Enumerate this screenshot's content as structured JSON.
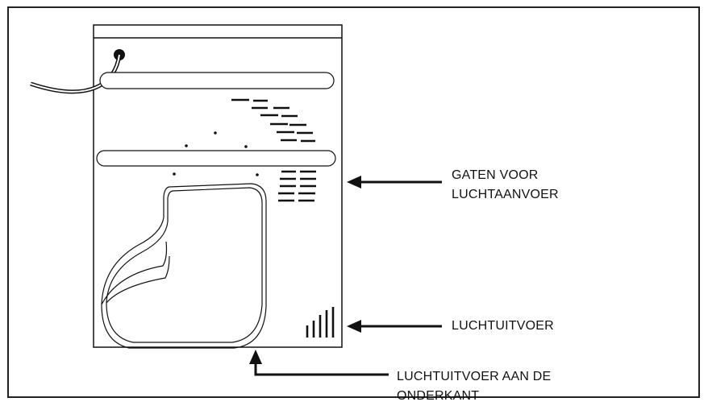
{
  "labels": {
    "air_inlet_line1": "GATEN VOOR",
    "air_inlet_line2": "LUCHTAANVOER",
    "air_outlet": "LUCHTUITVOER",
    "bottom_outlet_line1": "LUCHTUITVOER AAN DE",
    "bottom_outlet_line2": "ONDERKANT"
  },
  "colors": {
    "line": "#111111",
    "panel_fill": "#ffffff",
    "frame": "#222222"
  }
}
